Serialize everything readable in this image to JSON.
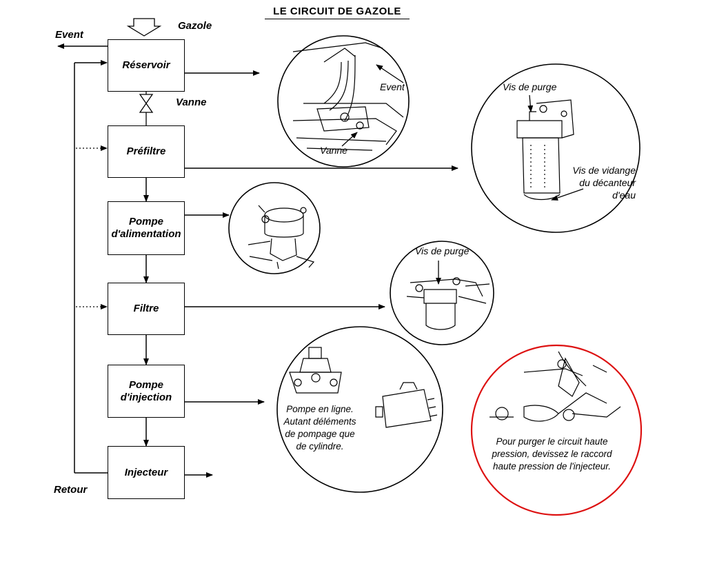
{
  "title": "LE  CIRCUIT DE  GAZOLE",
  "colors": {
    "line": "#000000",
    "highlight_circle": "#dd1111",
    "background": "#ffffff"
  },
  "labels": {
    "event_top": "Event",
    "gazole": "Gazole",
    "vanne": "Vanne",
    "retour": "Retour"
  },
  "boxes": {
    "reservoir": [
      "Réservoir"
    ],
    "prefiltre": [
      "Préfiltre"
    ],
    "pompe_alimentation": [
      "Pompe",
      "d'alimentation"
    ],
    "filtre": [
      "Filtre"
    ],
    "pompe_injection": [
      "Pompe",
      "d'injection"
    ],
    "injecteur": [
      "Injecteur"
    ]
  },
  "details": {
    "tank": {
      "event": "Event",
      "vanne": "Vanne"
    },
    "prefilter": {
      "vis_purge": "Vis de purge",
      "vidange": [
        "Vis de vidange",
        "du décanteur",
        "d'eau"
      ]
    },
    "filter": {
      "vis_purge": "Vis de purge"
    },
    "injection_pump": {
      "note": [
        "Pompe en ligne.",
        "Autant déléments",
        "de pompage que",
        "de cylindre."
      ]
    },
    "injector": {
      "note": [
        "Pour purger le circuit haute",
        "pression, devissez le raccord",
        "haute pression de l'injecteur."
      ]
    }
  }
}
